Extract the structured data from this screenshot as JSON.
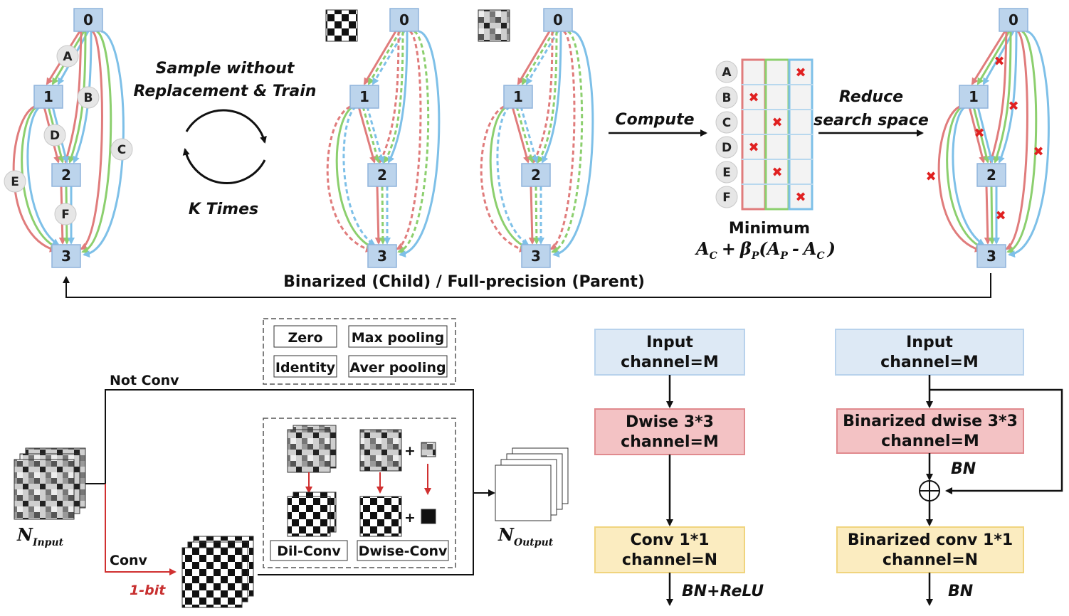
{
  "graph": {
    "nodes": [
      "0",
      "1",
      "2",
      "3"
    ],
    "ops": [
      "A",
      "B",
      "C",
      "D",
      "E",
      "F"
    ]
  },
  "loop": {
    "caption_line1": "Sample without",
    "caption_line2": "Replacement & Train",
    "times": "K Times"
  },
  "middle_caption": "Binarized (Child) / Full-precision (Parent)",
  "compute_label": "Compute",
  "reduce_line1": "Reduce",
  "reduce_line2": "search space",
  "minimum_label": "Minimum",
  "formula": {
    "a": "A",
    "c_sub": "C",
    "plus": "+",
    "beta": "β",
    "p_sub": "P",
    "open": "(",
    "ap": "A",
    "minus": "-",
    "ac": "A",
    "close": ")"
  },
  "ops_panel": {
    "not_conv": "Not Conv",
    "conv": "Conv",
    "one_bit": "1-bit",
    "zero": "Zero",
    "max_pooling": "Max pooling",
    "identity": "Identity",
    "aver_pooling": "Aver pooling",
    "dil_conv": "Dil-Conv",
    "dwise_conv": "Dwise-Conv",
    "plus": "+",
    "n_main": "N",
    "input_sub": "Input",
    "output_sub": "Output"
  },
  "fp_block": {
    "input_l1": "Input",
    "input_l2": "channel=M",
    "dw_l1": "Dwise 3*3",
    "dw_l2": "channel=M",
    "conv_l1": "Conv 1*1",
    "conv_l2": "channel=N",
    "bn_relu": "BN+ReLU"
  },
  "bin_block": {
    "input_l1": "Input",
    "input_l2": "channel=M",
    "dw_l1": "Binarized dwise 3*3",
    "dw_l2": "channel=M",
    "bn1": "BN",
    "conv_l1": "Binarized conv 1*1",
    "conv_l2": "channel=N",
    "bn2": "BN"
  },
  "colors": {
    "node_fill": "#bcd4ec",
    "red_path": "#e07c7c",
    "green_path": "#8ccf6e",
    "blue_path": "#7ec0e8",
    "pink_box": "#f3c2c4",
    "yellow_box": "#fbecc0",
    "blue_box": "#dde9f5",
    "x_mark": "#e02020"
  }
}
